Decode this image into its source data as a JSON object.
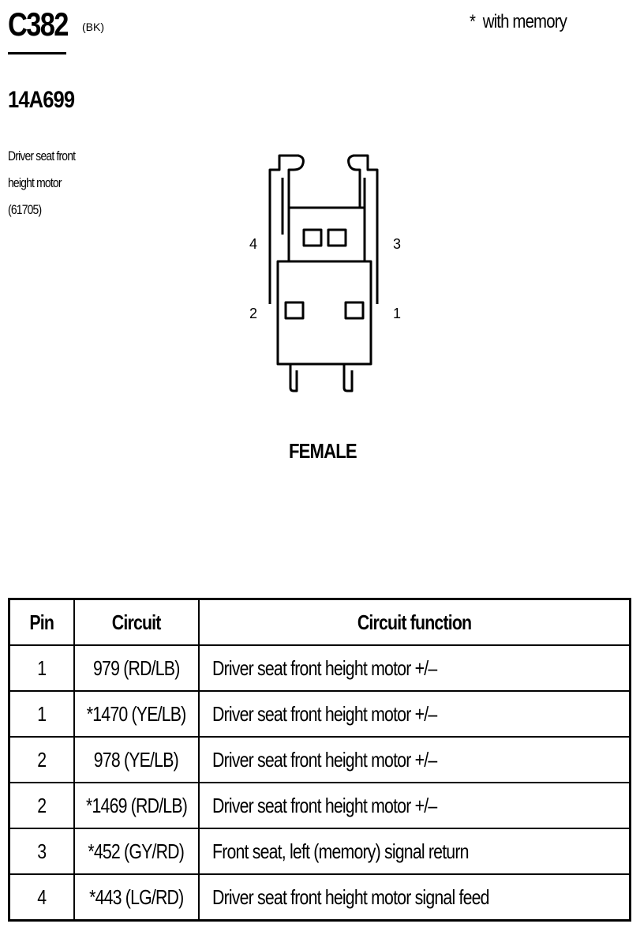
{
  "header": {
    "connector_id": "C382",
    "color_code": "(BK)",
    "memory_note": "*  with memory"
  },
  "component": {
    "part_number": "14A699",
    "description_lines": [
      "Driver seat front",
      "height motor",
      "(61705)"
    ]
  },
  "diagram": {
    "pin_labels": {
      "pin4": "4",
      "pin3": "3",
      "pin2": "2",
      "pin1": "1"
    },
    "gender": "FEMALE"
  },
  "table": {
    "headers": [
      "Pin",
      "Circuit",
      "Circuit function"
    ],
    "rows": [
      {
        "pin": "1",
        "circuit": "979 (RD/LB)",
        "function": "Driver seat front height motor  +/–"
      },
      {
        "pin": "1",
        "circuit": "*1470 (YE/LB)",
        "function": "Driver seat front height motor  +/–"
      },
      {
        "pin": "2",
        "circuit": "978 (YE/LB)",
        "function": "Driver seat front height motor  +/–"
      },
      {
        "pin": "2",
        "circuit": "*1469 (RD/LB)",
        "function": "Driver seat front height motor  +/–"
      },
      {
        "pin": "3",
        "circuit": "*452 (GY/RD)",
        "function": "Front seat, left (memory) signal return"
      },
      {
        "pin": "4",
        "circuit": "*443 (LG/RD)",
        "function": "Driver seat front height motor  signal feed"
      }
    ]
  }
}
